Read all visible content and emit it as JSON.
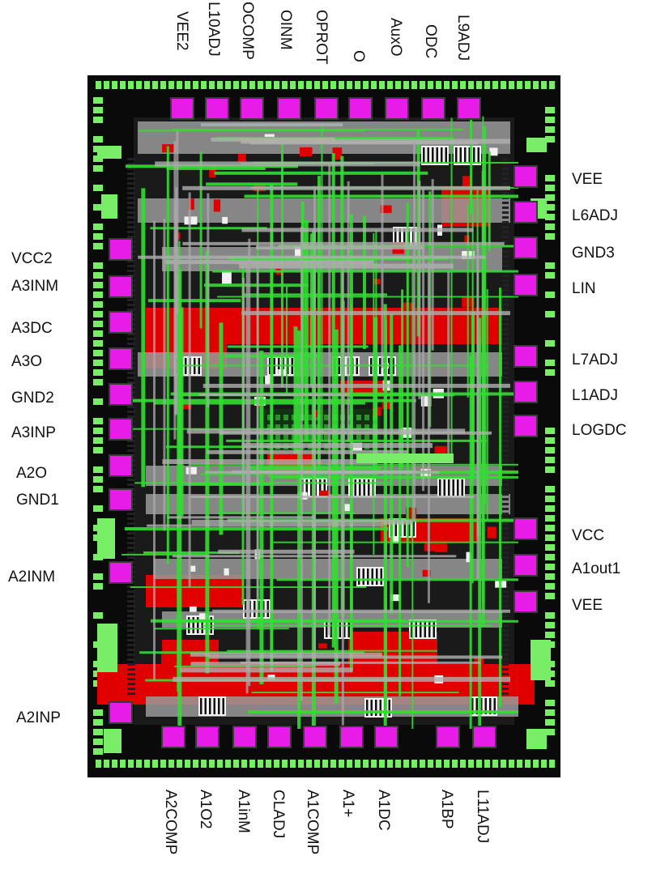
{
  "colors": {
    "background": "#ffffff",
    "die": "#0a0a0a",
    "pad": "#e81ce8",
    "metal_red": "#e00000",
    "metal_green": "#33dd33",
    "poly_gray": "#9a9a9a",
    "light_green": "#77ee66"
  },
  "pins": {
    "top": [
      "VEE2",
      "L10ADJ",
      "OCOMP",
      "OINM",
      "OPROT",
      "O",
      "AuxO",
      "ODC",
      "L9ADJ"
    ],
    "left": [
      "VCC2",
      "A3INM",
      "A3DC",
      "A3O",
      "GND2",
      "A3INP",
      "A2O",
      "GND1",
      "A2INM",
      "A2INP"
    ],
    "right": [
      "VEE",
      "L6ADJ",
      "GND3",
      "LIN",
      "L7ADJ",
      "L1ADJ",
      "LOGDC",
      "VCC",
      "A1out1",
      "VEE"
    ],
    "bottom": [
      "A2COMP",
      "A1O2",
      "A1inM",
      "CLADJ",
      "A1COMP",
      "A1+",
      "A1DC",
      "A1BP",
      "L11ADJ"
    ]
  }
}
